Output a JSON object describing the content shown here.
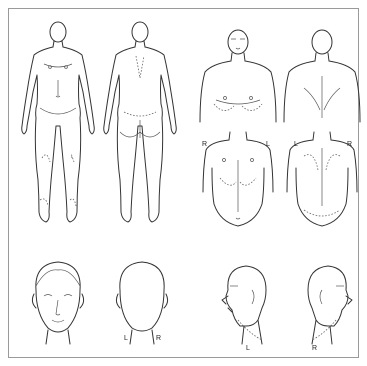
{
  "figure": {
    "labels": {
      "chest_front_right": "R",
      "chest_front_left": "L",
      "chest_back_left": "L",
      "chest_back_right": "R",
      "head_back_left": "L",
      "head_back_right": "R",
      "neck_left_side": "L",
      "neck_right_side": "R"
    }
  }
}
